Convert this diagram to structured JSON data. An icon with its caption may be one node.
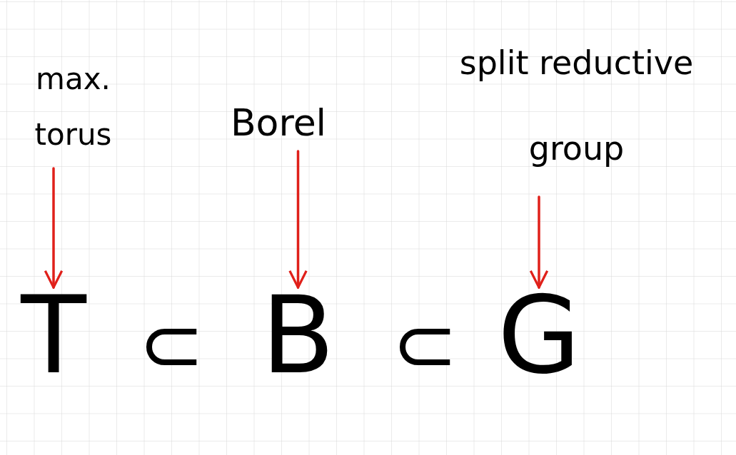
{
  "diagram": {
    "nodes": [
      {
        "text": [
          "max. torus"
        ]
      },
      {
        "text": [
          "Borel"
        ]
      },
      {
        "text": [
          "split reductive group"
        ]
      },
      {
        "text": [
          "T"
        ]
      },
      {
        "text": [
          "B"
        ]
      },
      {
        "text": [
          "G"
        ]
      }
    ],
    "edges": [
      {
        "from": 0,
        "to": 3,
        "arrow": "to"
      },
      {
        "from": 1,
        "to": 4,
        "arrow": "to"
      },
      {
        "from": 2,
        "to": 5,
        "arrow": "to"
      }
    ],
    "labels": [
      "⊂",
      "⊂"
    ]
  }
}
